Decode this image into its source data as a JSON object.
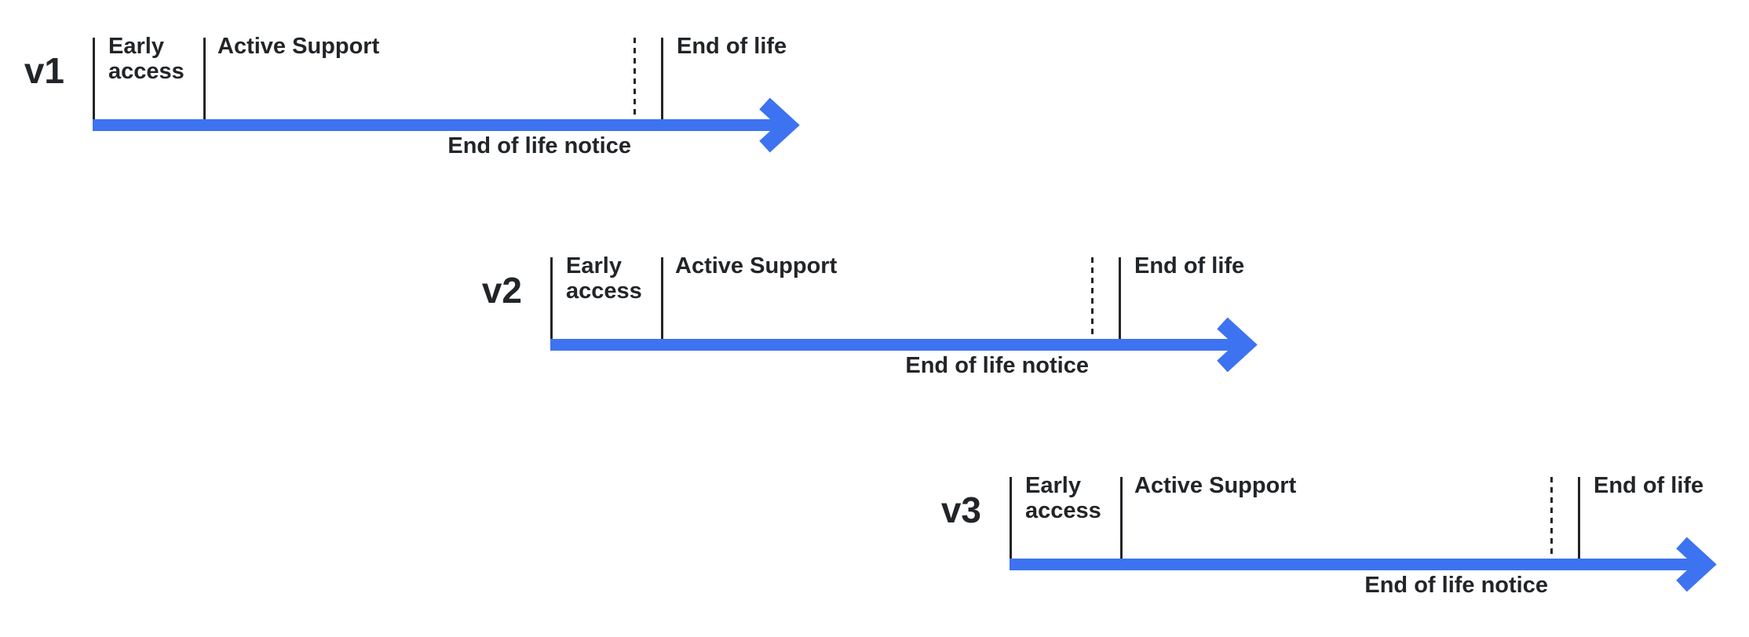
{
  "colors": {
    "arrow_blue": "#3d73f0",
    "ink": "#222528",
    "background": "#ffffff"
  },
  "timelines": [
    {
      "version": "v1",
      "phase_early_access": "Early access",
      "phase_active_support": "Active Support",
      "phase_end_of_life": "End of life",
      "phase_end_of_life_notice": "End of life notice"
    },
    {
      "version": "v2",
      "phase_early_access": "Early access",
      "phase_active_support": "Active Support",
      "phase_end_of_life": "End of life",
      "phase_end_of_life_notice": "End of life notice"
    },
    {
      "version": "v3",
      "phase_early_access": "Early access",
      "phase_active_support": "Active Support",
      "phase_end_of_life": "End of life",
      "phase_end_of_life_notice": "End of life notice"
    }
  ]
}
